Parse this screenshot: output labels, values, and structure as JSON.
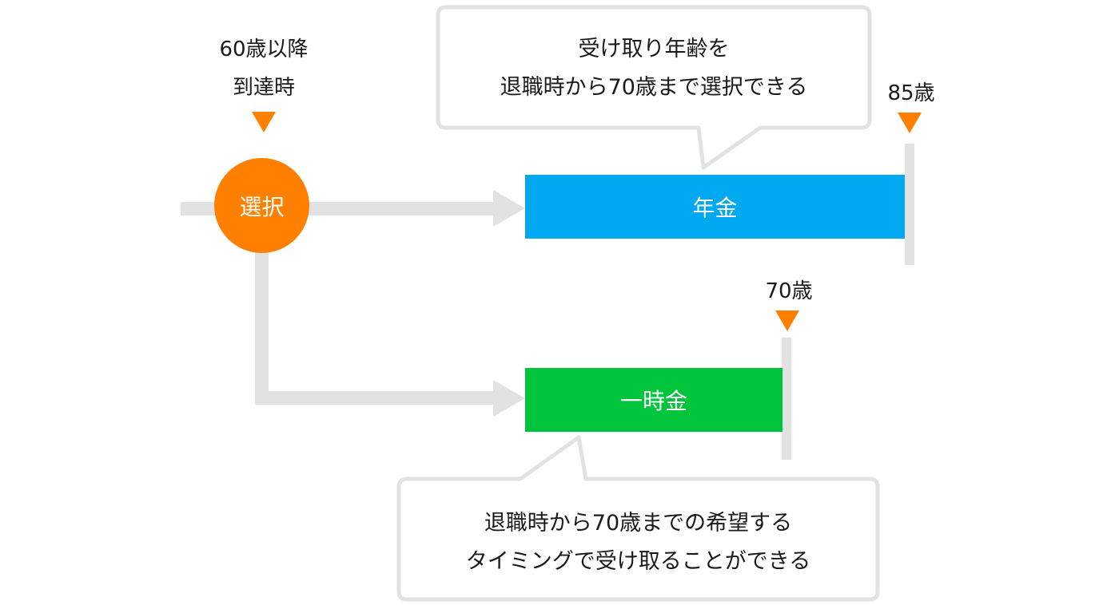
{
  "start": {
    "label_line1": "60歳以降",
    "label_line2": "到達時",
    "node_label": "選択",
    "node_color": "#ff7f00"
  },
  "pension": {
    "label": "年金",
    "color": "#00a8f0",
    "end_age": "85歳",
    "callout_line1": "受け取り年齢を",
    "callout_line2": "退職時から70歳まで選択できる"
  },
  "lump_sum": {
    "label": "一時金",
    "color": "#00c43b",
    "end_age": "70歳",
    "callout_line1": "退職時から70歳までの希望する",
    "callout_line2": "タイミングで受け取ることができる"
  },
  "colors": {
    "marker": "#ff7f00",
    "connector": "#e2e2e2",
    "callout_border": "#e2e2e2"
  }
}
